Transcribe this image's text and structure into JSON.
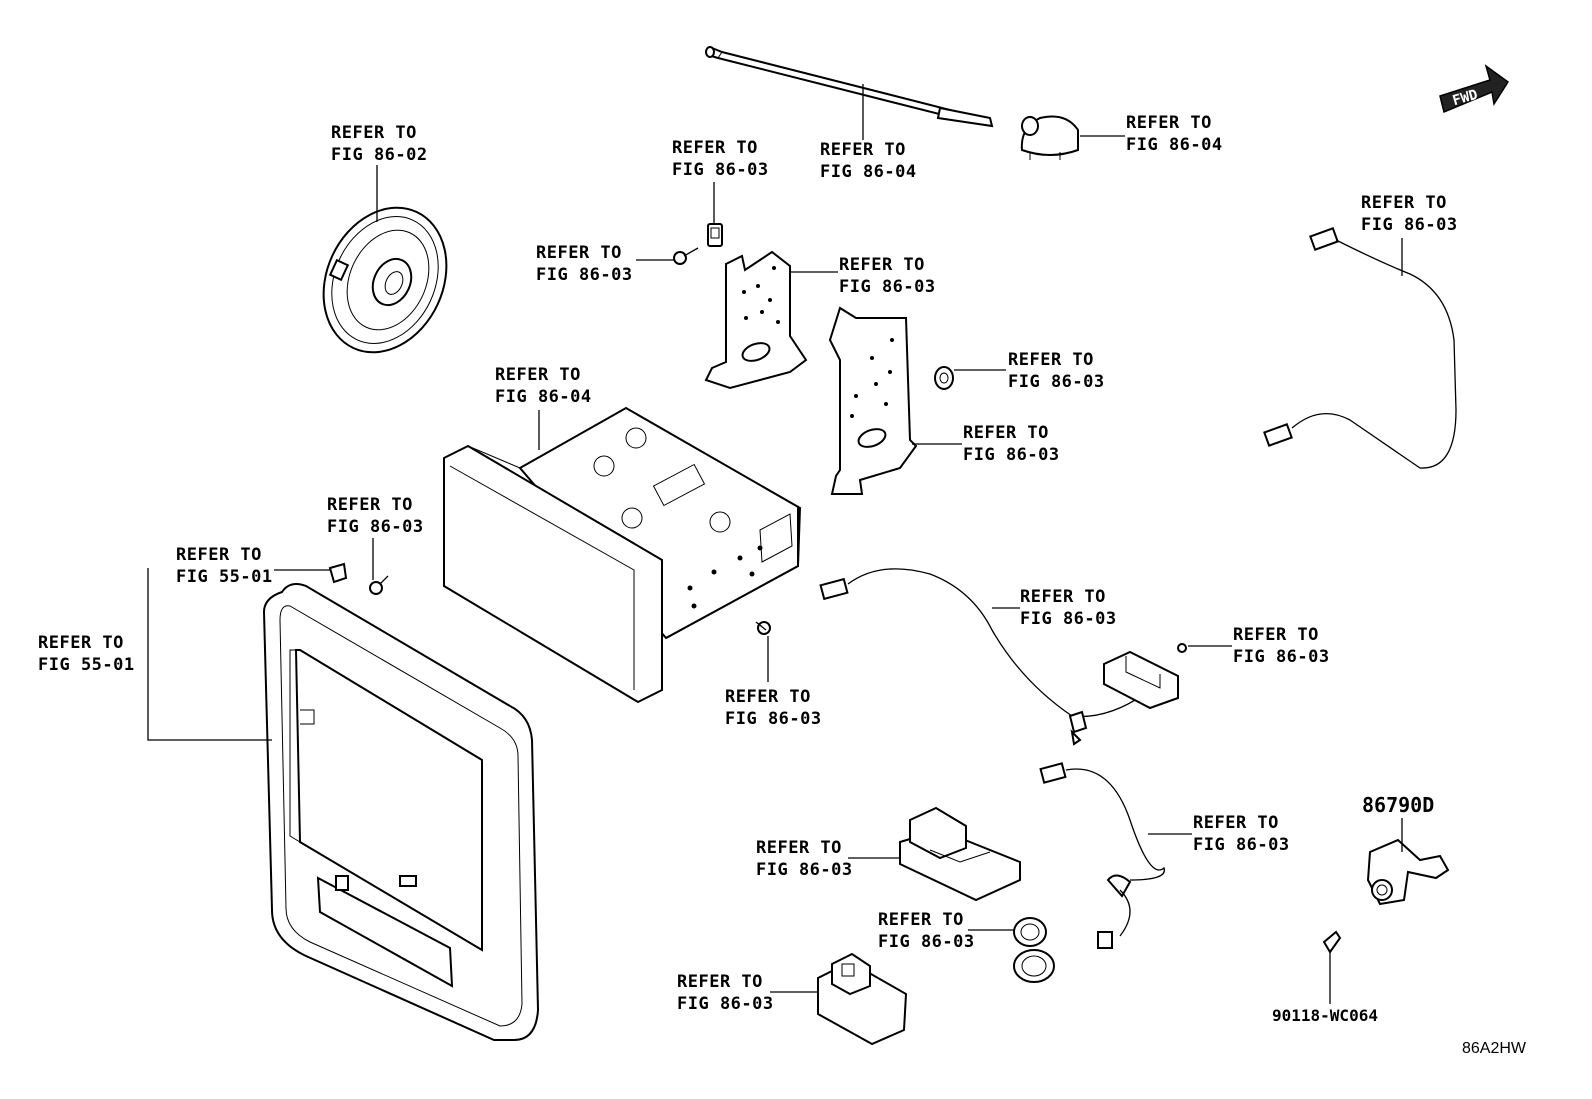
{
  "callouts": {
    "c1": {
      "line1": "REFER TO",
      "line2": "FIG 86-02"
    },
    "c2": {
      "line1": "REFER TO",
      "line2": "FIG 86-03"
    },
    "c3": {
      "line1": "REFER TO",
      "line2": "FIG 86-04"
    },
    "c4": {
      "line1": "REFER TO",
      "line2": "FIG 86-04"
    },
    "c5": {
      "line1": "REFER TO",
      "line2": "FIG 86-04"
    },
    "c6": {
      "line1": "REFER TO",
      "line2": "FIG 86-03"
    },
    "c7": {
      "line1": "REFER TO",
      "line2": "FIG 86-03"
    },
    "c8": {
      "line1": "REFER TO",
      "line2": "FIG 86-03"
    },
    "c9": {
      "line1": "REFER TO",
      "line2": "FIG 86-03"
    },
    "c10": {
      "line1": "REFER TO",
      "line2": "FIG 86-03"
    },
    "c11": {
      "line1": "REFER TO",
      "line2": "FIG 86-03"
    },
    "c12": {
      "line1": "REFER TO",
      "line2": "FIG 55-01"
    },
    "c13": {
      "line1": "REFER TO",
      "line2": "FIG 55-01"
    },
    "c14": {
      "line1": "REFER TO",
      "line2": "FIG 86-03"
    },
    "c15": {
      "line1": "REFER TO",
      "line2": "FIG 86-03"
    },
    "c16": {
      "line1": "REFER TO",
      "line2": "FIG 86-03"
    },
    "c17": {
      "line1": "REFER TO",
      "line2": "FIG 86-03"
    },
    "c18": {
      "line1": "REFER TO",
      "line2": "FIG 86-03"
    },
    "c19": {
      "line1": "REFER TO",
      "line2": "FIG 86-03"
    },
    "c20": {
      "line1": "REFER TO",
      "line2": "FIG 86-03"
    }
  },
  "part_numbers": {
    "camera": "86790D",
    "screw": "90118-WC064"
  },
  "fwd_label": "FWD",
  "diagram_code": "86A2HW"
}
